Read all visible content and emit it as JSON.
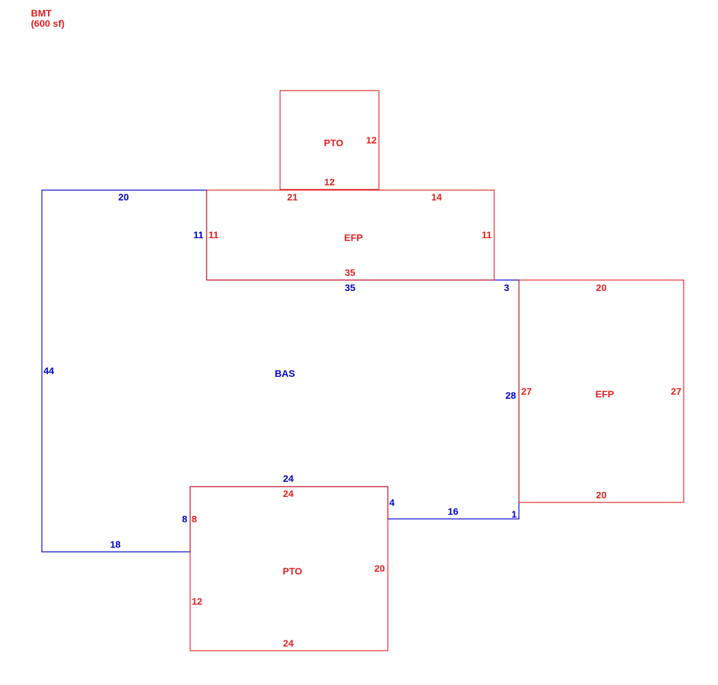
{
  "colors": {
    "base": "#0000cc",
    "addition": "#e02020"
  },
  "legend": {
    "code": "BMT",
    "area": "(600 sf)"
  },
  "areas": [
    {
      "id": "bas",
      "code": "BAS",
      "color_role": "base"
    },
    {
      "id": "efp_top",
      "code": "EFP",
      "color_role": "addition"
    },
    {
      "id": "pto_top",
      "code": "PTO",
      "color_role": "addition"
    },
    {
      "id": "efp_right",
      "code": "EFP",
      "color_role": "addition"
    },
    {
      "id": "pto_bottom",
      "code": "PTO",
      "color_role": "addition"
    }
  ],
  "dimensions": {
    "bas": {
      "top_left": "20",
      "left": "44",
      "bottom_left": "18",
      "notch_side": "8",
      "notch_top": "24",
      "notch_right": "4",
      "bottom_right": "16",
      "right_short": "1",
      "right": "28",
      "top_right": "3",
      "top_middle": "35",
      "inner_left": "11"
    },
    "efp_top": {
      "left": "11",
      "top_left": "21",
      "top_right": "14",
      "right": "11",
      "bottom": "35"
    },
    "pto_top": {
      "right": "12",
      "bottom": "12"
    },
    "efp_right": {
      "top": "20",
      "left": "27",
      "right": "27",
      "bottom": "20"
    },
    "pto_bottom": {
      "top": "24",
      "left_upper": "8",
      "left_lower": "12",
      "right": "20",
      "bottom": "24"
    }
  }
}
